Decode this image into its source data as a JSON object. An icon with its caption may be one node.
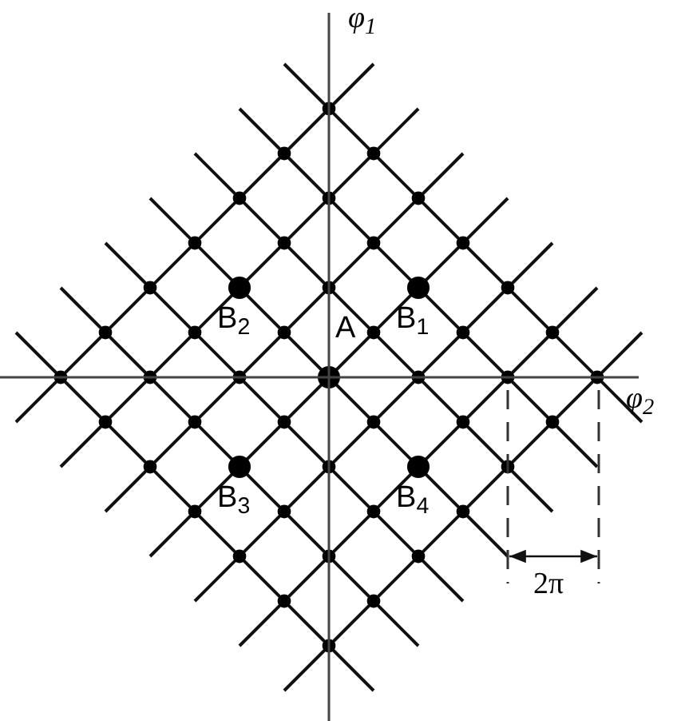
{
  "diagram": {
    "labels": [
      "φ$_{1}$",
      "B$_{2}$",
      "A",
      "B$_{1}$",
      "φ$_{2}$",
      "B$_{3}$",
      "B$_{4}$",
      "2π"
    ]
  }
}
